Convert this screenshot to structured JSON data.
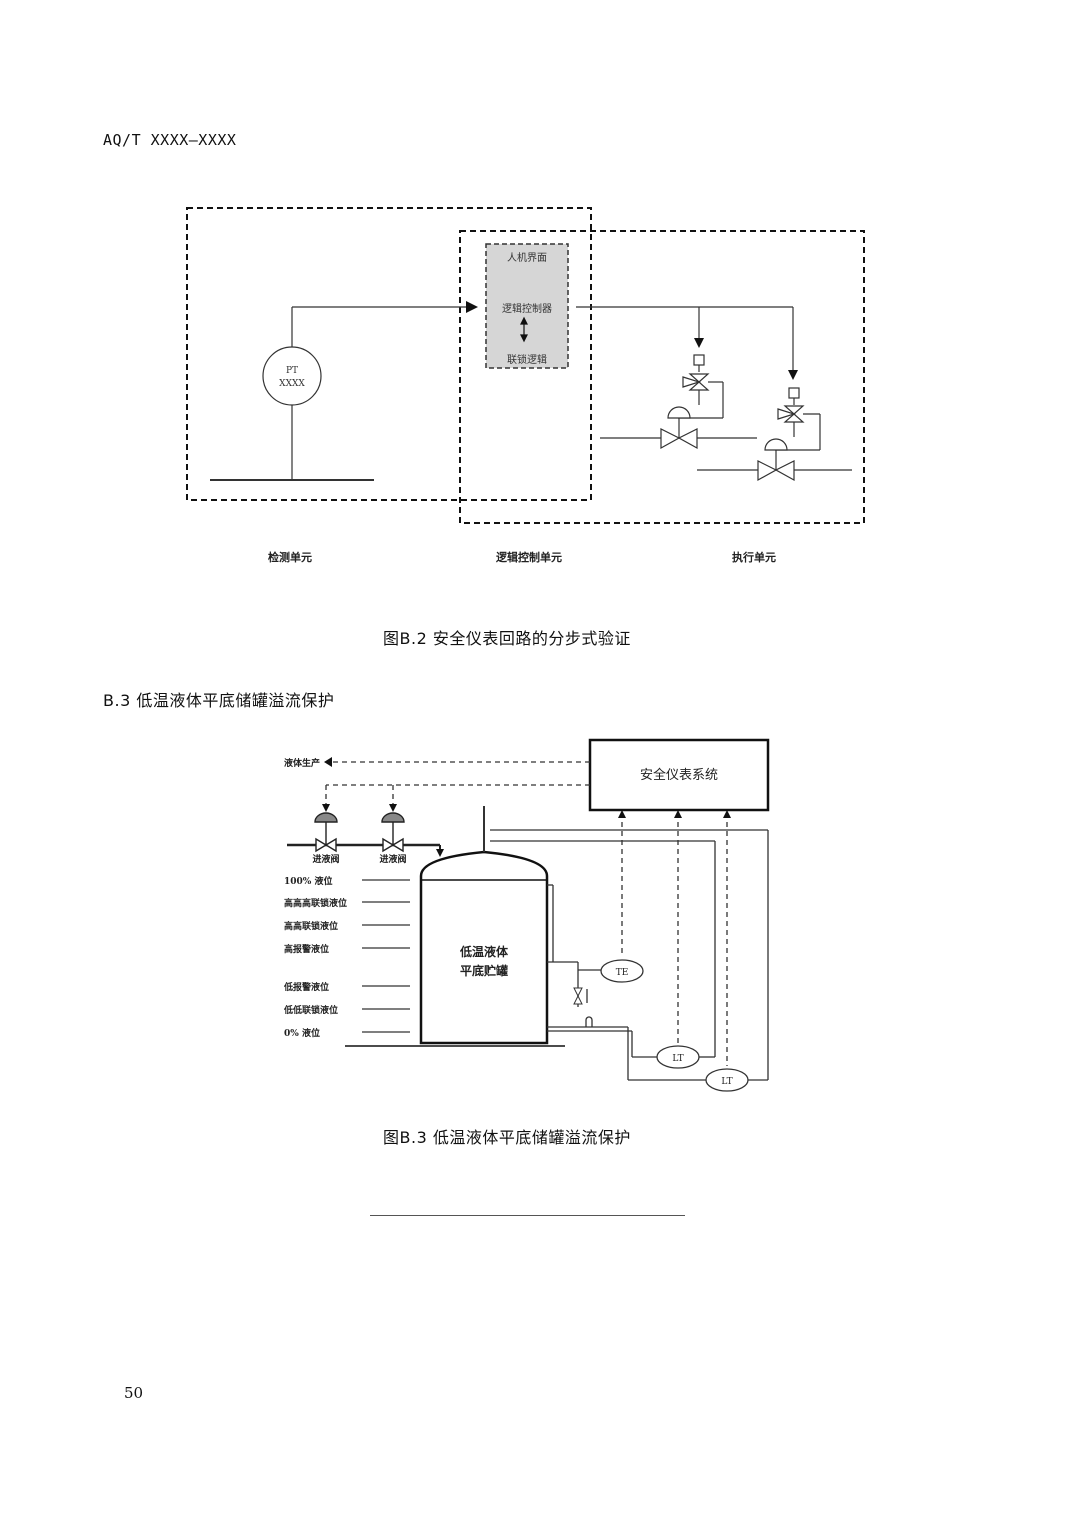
{
  "header": {
    "doc_code": "AQ/T XXXX—XXXX"
  },
  "figure_b2": {
    "hmi_label": "人机界面",
    "controller_label": "逻辑控制器",
    "interlock_label": "联锁逻辑",
    "pt_tag": "PT",
    "pt_number": "XXXX",
    "unit_labels": [
      "检测单元",
      "逻辑控制单元",
      "执行单元"
    ],
    "caption": "图B.2  安全仪表回路的分步式验证"
  },
  "section": {
    "title": "B.3  低温液体平底储罐溢流保护"
  },
  "figure_b3": {
    "sis_label": "安全仪表系统",
    "production_label": "液体生产",
    "valve_labels": [
      "进液阀",
      "进液阀"
    ],
    "tank_label_line1": "低温液体",
    "tank_label_line2": "平底贮罐",
    "levels": [
      "100% 液位",
      "高高高联锁液位",
      "高高联锁液位",
      "高报警液位",
      "低报警液位",
      "低低联锁液位",
      "0% 液位"
    ],
    "instrument_tags": [
      "TE",
      "LT",
      "LT"
    ],
    "caption": "图B.3  低温液体平底储罐溢流保护"
  },
  "footer": {
    "page_number": "50"
  }
}
